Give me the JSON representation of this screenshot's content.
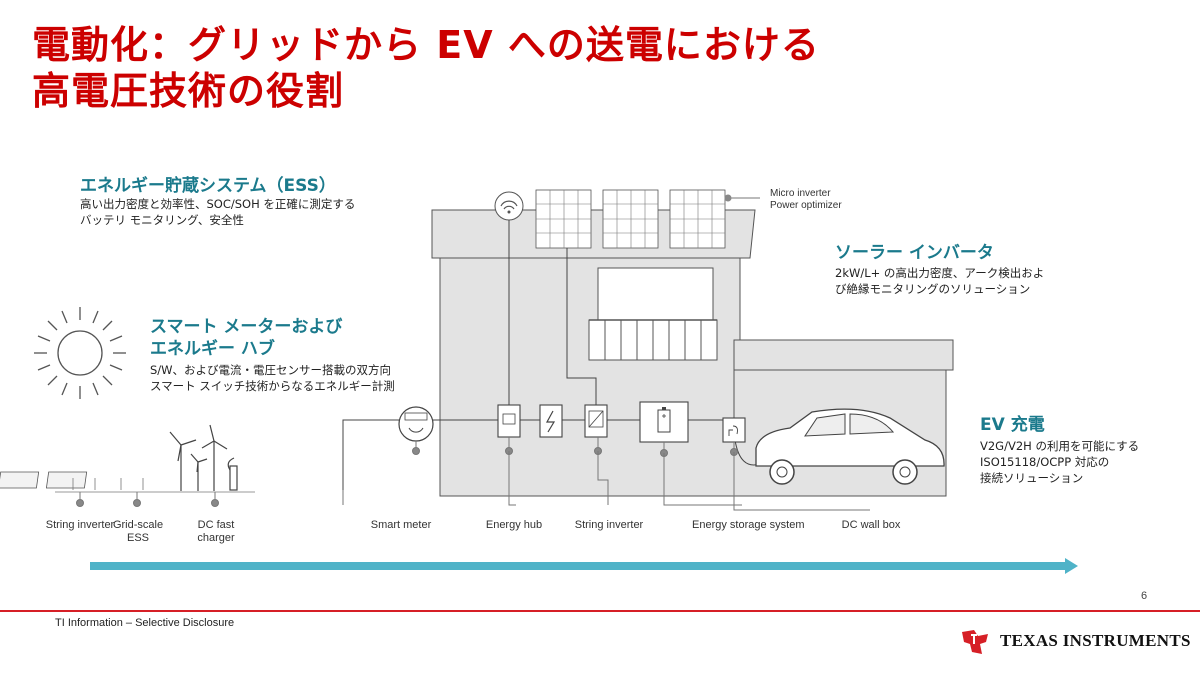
{
  "title": {
    "line1": "電動化：グリッドから EV への送電における",
    "line2": "高電圧技術の役割"
  },
  "sections": {
    "ess": {
      "heading": "エネルギー貯蔵システム（ESS）",
      "lines": [
        "高い出力密度と効率性、SOC/SOH を正確に測定する",
        "バッテリ モニタリング、安全性"
      ]
    },
    "meter": {
      "heading_line1": "スマート メーターおよび",
      "heading_line2": "エネルギー ハブ",
      "lines": [
        "S/W、および電流・電圧センサー搭載の双方向",
        "スマート スイッチ技術からなるエネルギー計測"
      ]
    },
    "solar": {
      "heading": "ソーラー インバータ",
      "lines": [
        "2kW/L+ の高出力密度、アーク検出およ",
        "び絶縁モニタリングのソリューション"
      ]
    },
    "ev": {
      "heading": "EV 充電",
      "lines": [
        "V2G/V2H の利用を可能にする",
        "ISO15118/OCPP 対応の",
        "接続ソリューション"
      ]
    }
  },
  "micro_inverter": [
    "Micro inverter",
    "Power optimizer"
  ],
  "labels": {
    "string_inverter_left": "String inverter",
    "grid_scale_ess": [
      "Grid-scale",
      "ESS"
    ],
    "dc_fast_charger": [
      "DC fast",
      "charger"
    ],
    "smart_meter": "Smart meter",
    "energy_hub": "Energy hub",
    "string_inverter": "String inverter",
    "energy_storage_system": "Energy storage system",
    "dc_wall_box": "DC wall box"
  },
  "footer": {
    "note": "TI Information – Selective Disclosure",
    "page_number": "6",
    "brand": "TEXAS INSTRUMENTS"
  },
  "colors": {
    "title": "#cc0000",
    "heading": "#1b7a8c",
    "house": "#e3e3e3",
    "arrow": "#4fb3c8",
    "footer_line": "#d61f26"
  }
}
